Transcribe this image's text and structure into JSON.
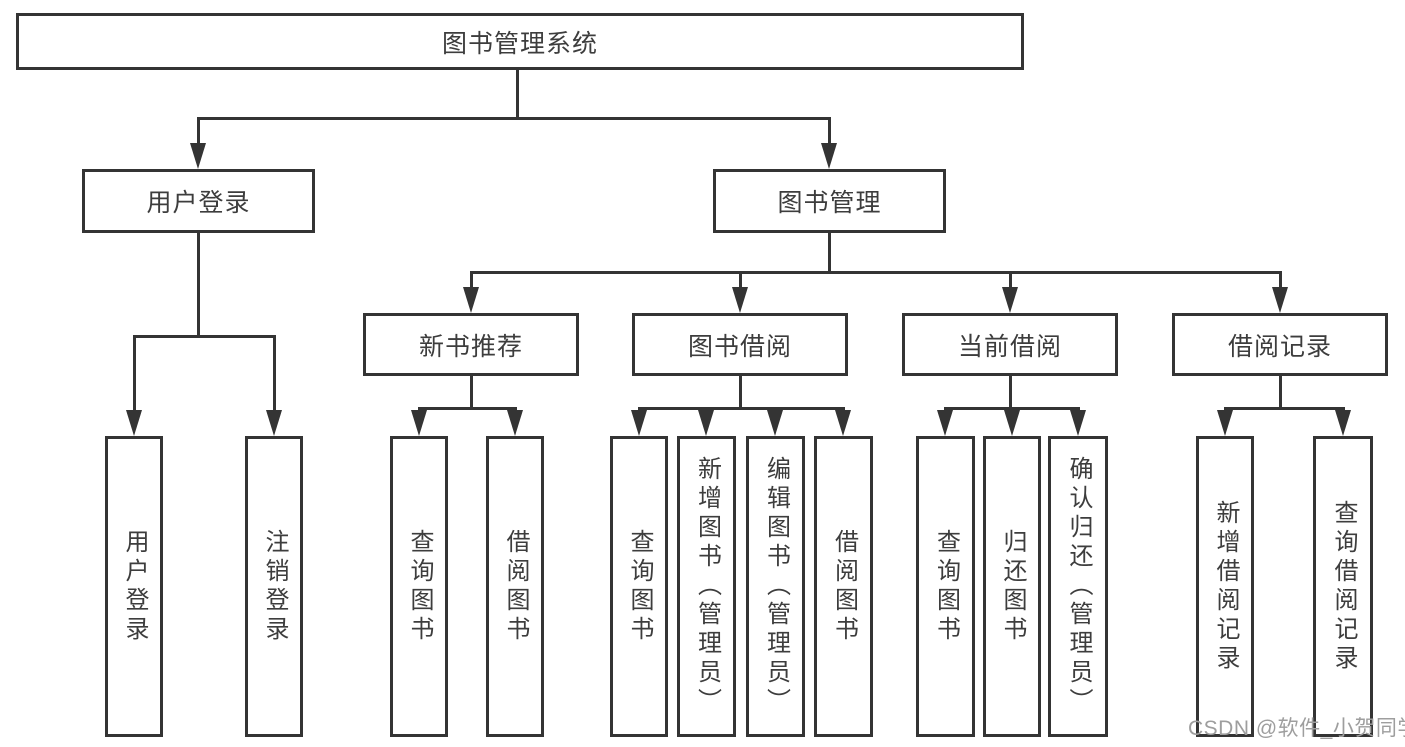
{
  "diagram": {
    "root": {
      "label": "图书管理系统"
    },
    "level2": [
      {
        "label": "用户登录"
      },
      {
        "label": "图书管理"
      }
    ],
    "level3": [
      {
        "label": "新书推荐"
      },
      {
        "label": "图书借阅"
      },
      {
        "label": "当前借阅"
      },
      {
        "label": "借阅记录"
      }
    ],
    "leaves": [
      {
        "label": "用户登录"
      },
      {
        "label": "注销登录"
      },
      {
        "label": "查询图书"
      },
      {
        "label": "借阅图书"
      },
      {
        "label": "查询图书"
      },
      {
        "label": "新增图书（管理员）"
      },
      {
        "label": "编辑图书（管理员）"
      },
      {
        "label": "借阅图书"
      },
      {
        "label": "查询图书"
      },
      {
        "label": "归还图书"
      },
      {
        "label": "确认归还（管理员）"
      },
      {
        "label": "新增借阅记录"
      },
      {
        "label": "查询借阅记录"
      }
    ]
  },
  "watermark": {
    "text": "CSDN @软件_小贺同学"
  },
  "colors": {
    "line": "#343434",
    "text": "#3d3d3d",
    "watermark": "#9e9e9e",
    "background": "#ffffff"
  }
}
